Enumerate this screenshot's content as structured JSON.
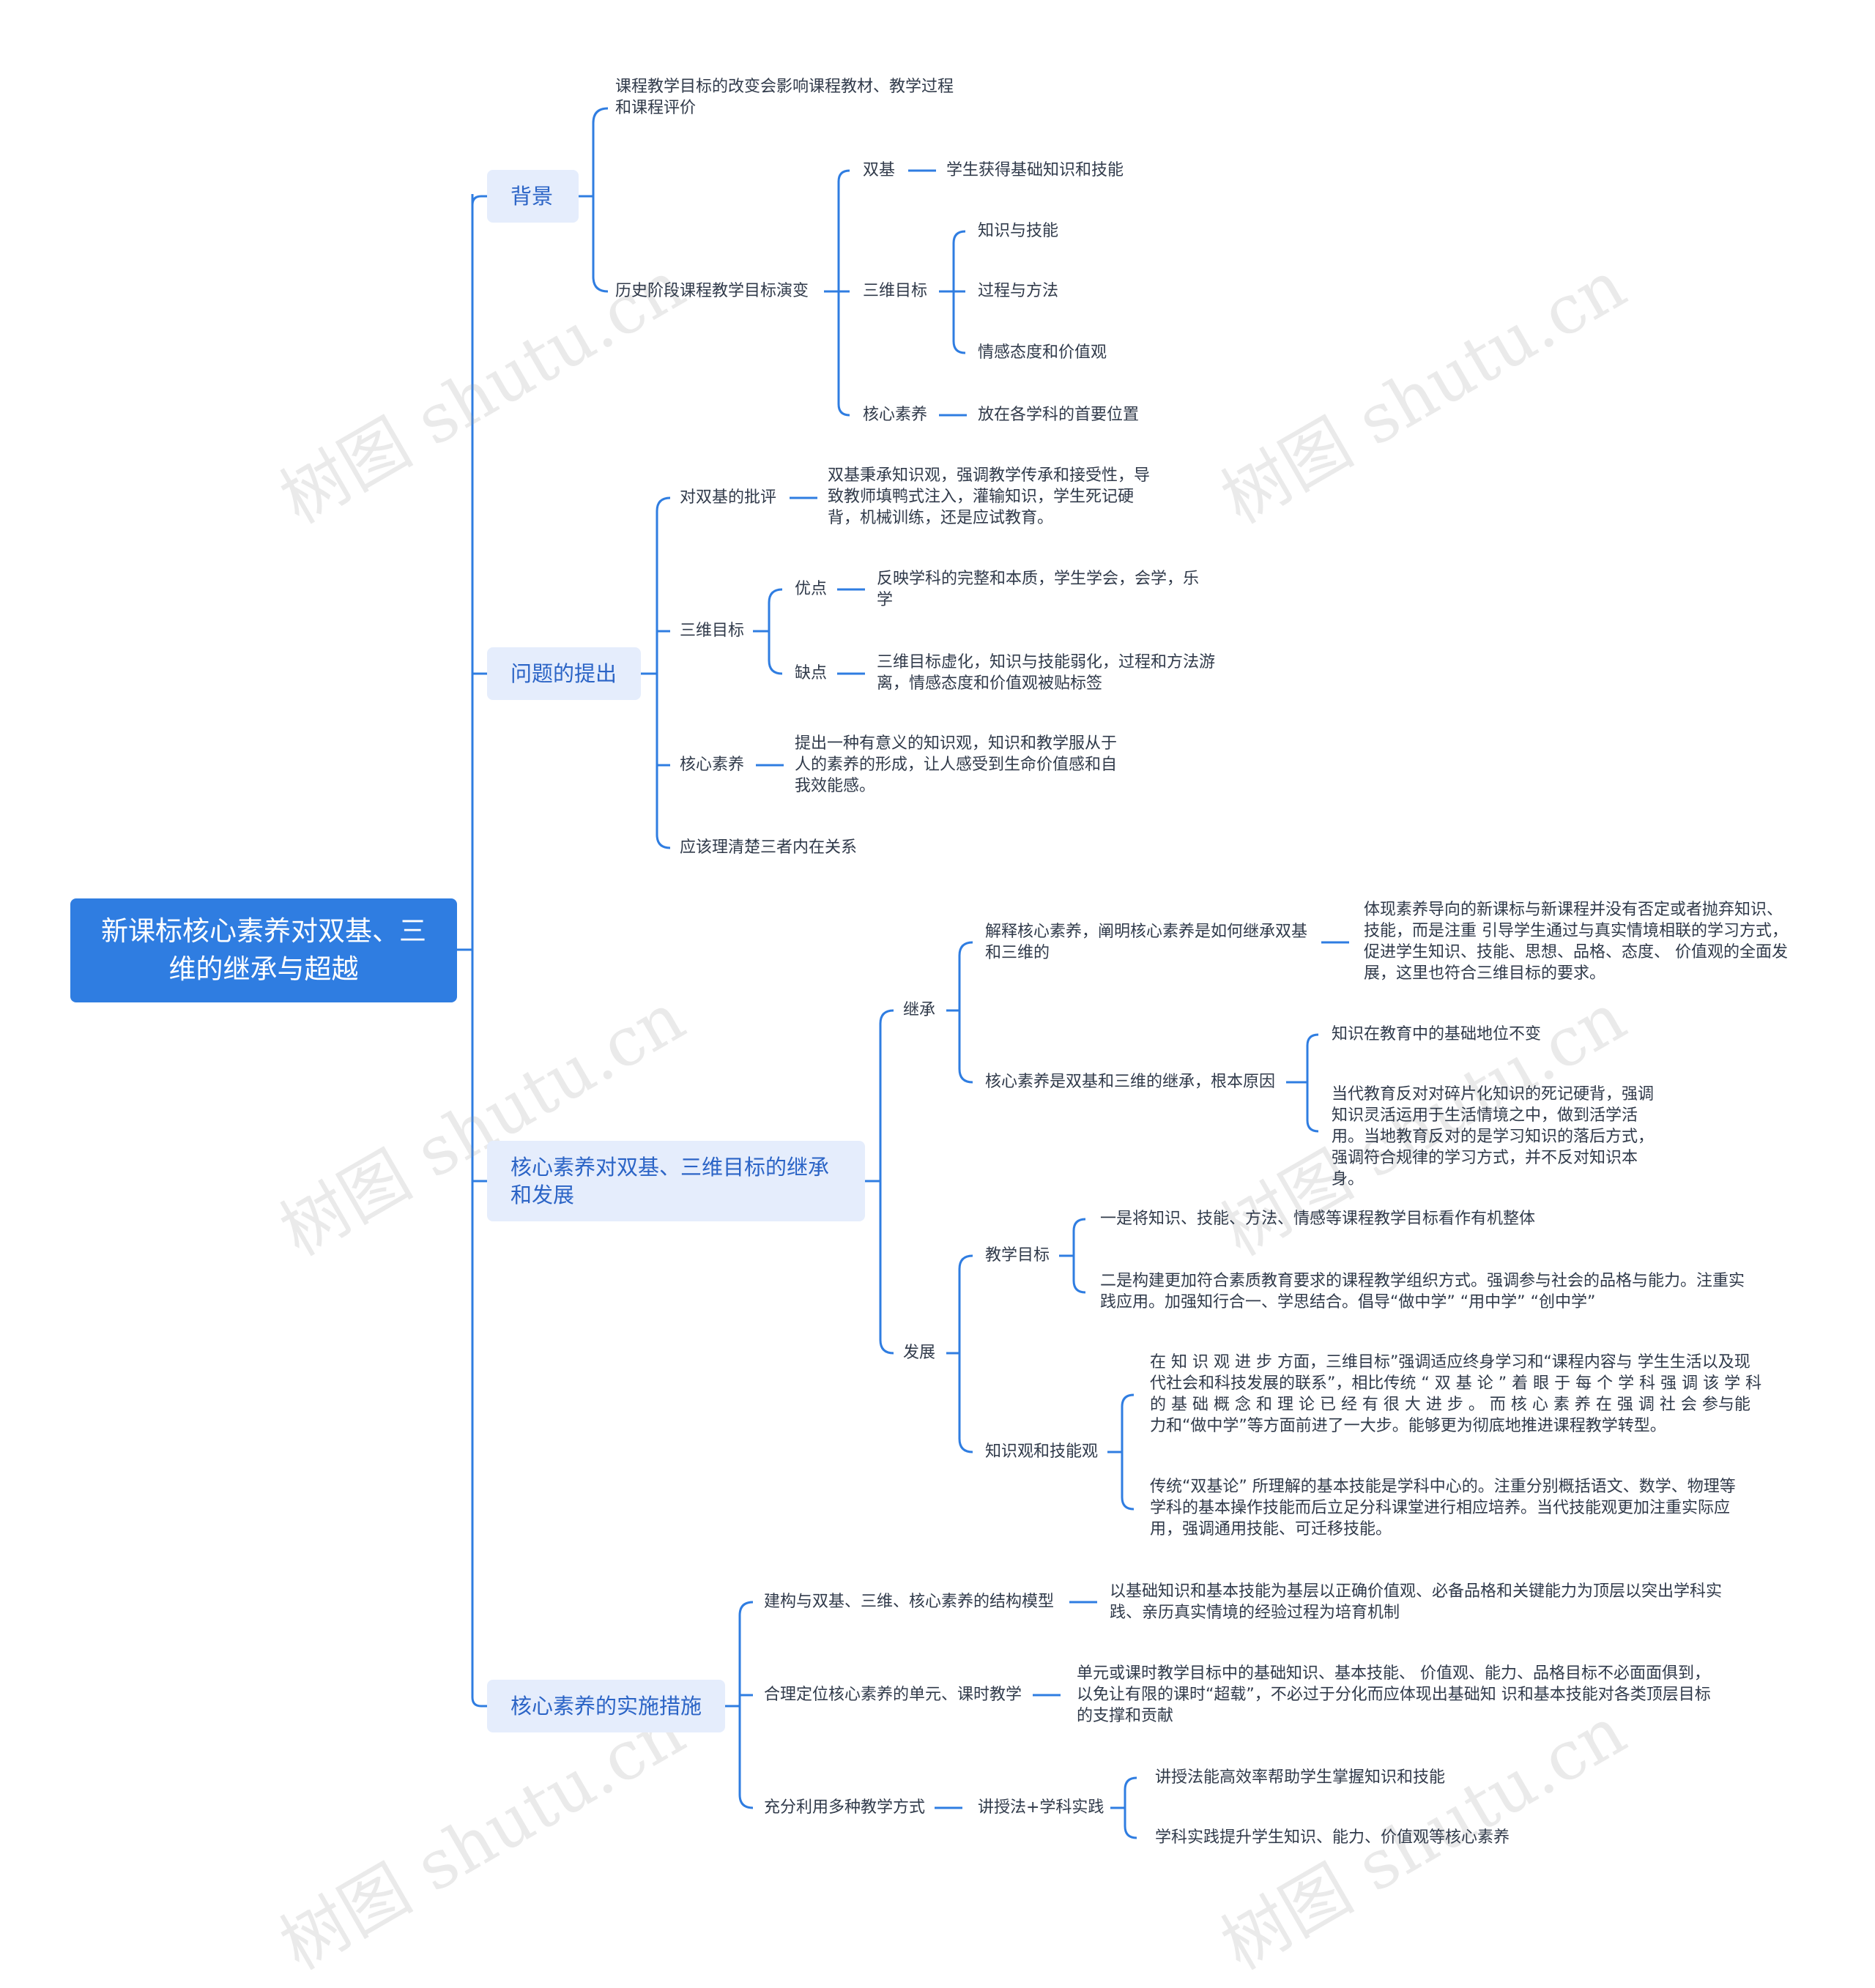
{
  "root": {
    "title": "新课标核心素养对双基、三维的继承与超越"
  },
  "watermark": "树图 shutu.cn",
  "background": {
    "label": "背景",
    "item1": "课程教学目标的改变会影响课程教材、教学过程和课程评价",
    "history": {
      "label": "历史阶段课程教学目标演变",
      "shuangji": {
        "label": "双基",
        "desc": "学生获得基础知识和技能"
      },
      "sanwei": {
        "label": "三维目标",
        "items": [
          "知识与技能",
          "过程与方法",
          "情感态度和价值观"
        ]
      },
      "hexin": {
        "label": "核心素养",
        "desc": "放在各学科的首要位置"
      }
    }
  },
  "problem": {
    "label": "问题的提出",
    "critique": {
      "label": "对双基的批评",
      "desc": "双基秉承知识观，强调教学传承和接受性，导致教师填鸭式注入，灌输知识，学生死记硬背，机械训练，还是应试教育。"
    },
    "sanwei": {
      "label": "三维目标",
      "pros": {
        "label": "优点",
        "desc": "反映学科的完整和本质，学生学会，会学，乐学"
      },
      "cons": {
        "label": "缺点",
        "desc": "三维目标虚化，知识与技能弱化，过程和方法游离，情感态度和价值观被贴标签"
      }
    },
    "hexin": {
      "label": "核心素养",
      "desc": "提出一种有意义的知识观，知识和教学服从于人的素养的形成，让人感受到生命价值感和自我效能感。"
    },
    "clarify": "应该理清楚三者内在关系"
  },
  "inherit": {
    "label": "核心素养对双基、三维目标的继承和发展",
    "jicheng": {
      "label": "继承",
      "explain": {
        "label": "解释核心素养，阐明核心素养是如何继承双基和三维的",
        "desc": "体现素养导向的新课标与新课程并没有否定或者抛弃知识、技能，而是注重 引导学生通过与真实情境相联的学习方式，促进学生知识、技能、思想、品格、态度、 价值观的全面发展，这里也符合三维目标的要求。"
      },
      "reason": {
        "label": "核心素养是双基和三维的继承，根本原因",
        "items": [
          "知识在教育中的基础地位不变",
          "当代教育反对对碎片化知识的死记硬背，强调知识灵活运用于生活情境之中，做到活学活用。当地教育反对的是学习知识的落后方式，强调符合规律的学习方式，并不反对知识本身。"
        ]
      }
    },
    "fazhan": {
      "label": "发展",
      "goal": {
        "label": "教学目标",
        "items": [
          "一是将知识、技能、方法、情感等课程教学目标看作有机整体",
          "二是构建更加符合素质教育要求的课程教学组织方式。强调参与社会的品格与能力。注重实践应用。加强知行合一、学思结合。倡导“做中学” “用中学” “创中学”"
        ]
      },
      "skill": {
        "label": "知识观和技能观",
        "items": [
          "在 知 识 观 进 步 方面，三维目标”强调适应终身学习和“课程内容与 学生生活以及现代社会和科技发展的联系”，相比传统 “ 双 基 论 ” 着 眼 于 每 个 学 科 强 调 该 学 科 的 基 础 概 念 和 理 论 已 经 有 很 大 进 步 。 而 核 心 素 养 在 强 调 社 会 参与能力和“做中学”等方面前进了一大步。能够更为彻底地推进课程教学转型。",
          "传统“双基论” 所理解的基本技能是学科中心的。注重分别概括语文、数学、物理等学科的基本操作技能而后立足分科课堂进行相应培养。当代技能观更加注重实际应用，强调通用技能、可迁移技能。"
        ]
      }
    }
  },
  "measures": {
    "label": "核心素养的实施措施",
    "model": {
      "label": "建构与双基、三维、核心素养的结构模型",
      "desc": "以基础知识和基本技能为基层以正确价值观、必备品格和关键能力为顶层以突出学科实践、亲历真实情境的经验过程为培育机制"
    },
    "unit": {
      "label": "合理定位核心素养的单元、课时教学",
      "desc": "单元或课时教学目标中的基础知识、基本技能、 价值观、能力、品格目标不必面面俱到，以免让有限的课时“超载”，不必过于分化而应体现出基础知 识和基本技能对各类顶层目标的支撑和贡献"
    },
    "methods": {
      "label": "充分利用多种教学方式",
      "sub": {
        "label": "讲授法+学科实践",
        "items": [
          "讲授法能高效率帮助学生掌握知识和技能",
          "学科实践提升学生知识、能力、价值观等核心素养"
        ]
      }
    }
  }
}
